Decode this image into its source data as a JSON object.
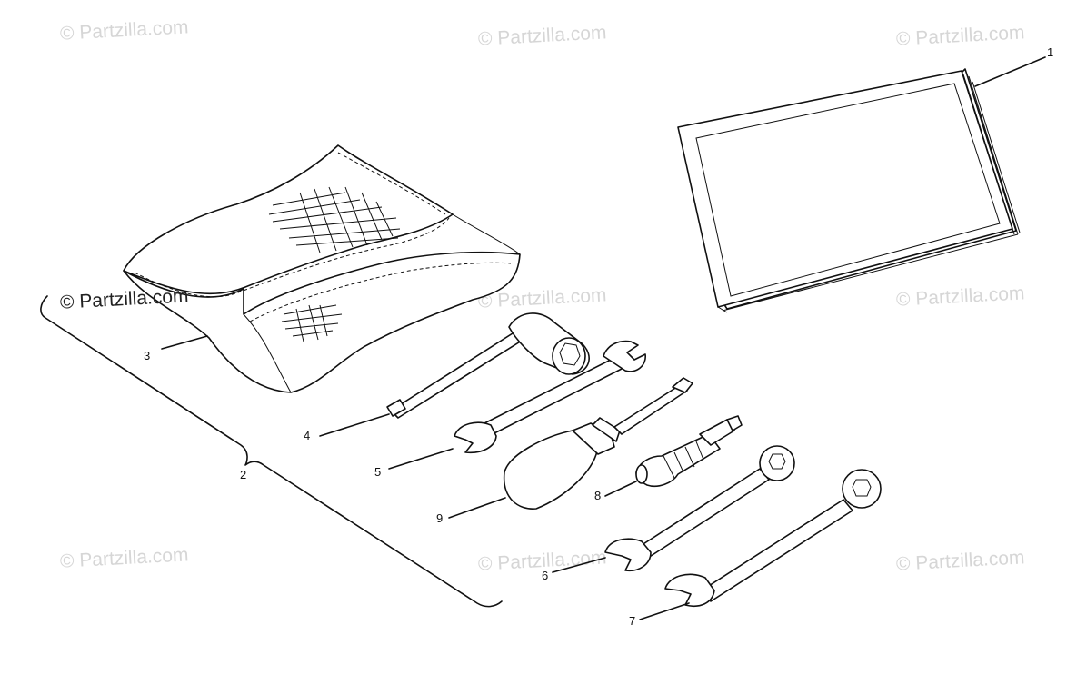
{
  "watermark": "© Partzilla.com",
  "callouts": {
    "c1": "1",
    "c2": "2",
    "c3": "3",
    "c4": "4",
    "c5": "5",
    "c6": "6",
    "c7": "7",
    "c8": "8",
    "c9": "9"
  }
}
